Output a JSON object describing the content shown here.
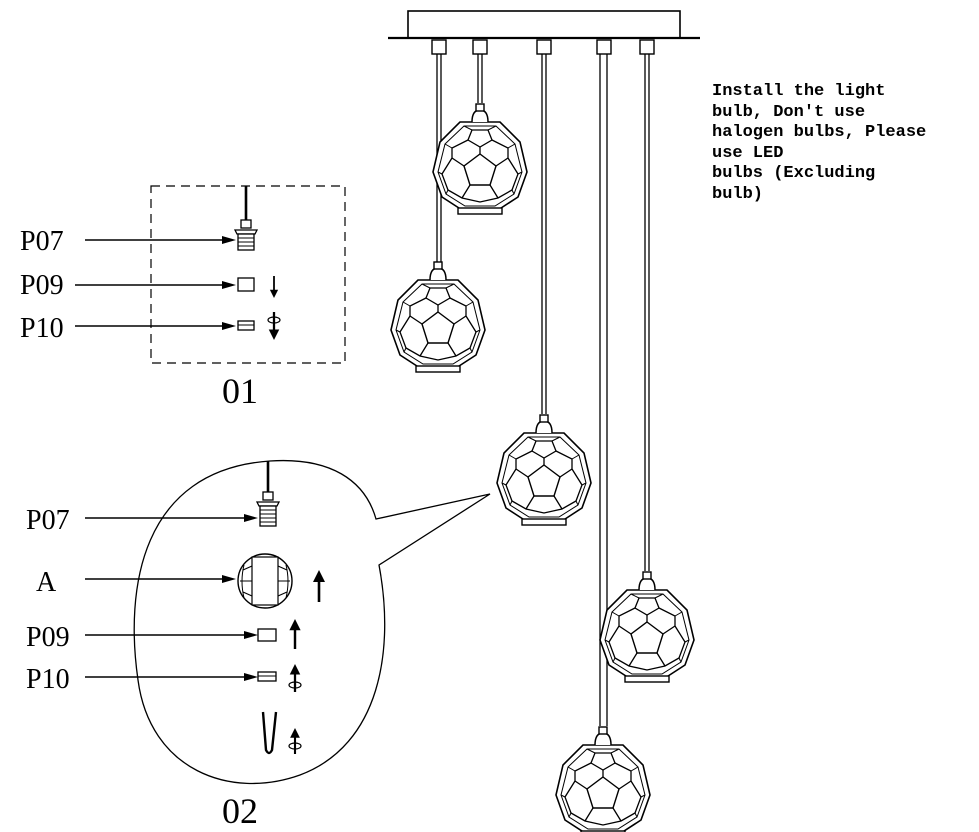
{
  "step1": {
    "label": "01",
    "parts": [
      "P07",
      "P09",
      "P10"
    ]
  },
  "step2": {
    "label": "02",
    "parts": [
      "P07",
      "A",
      "P09",
      "P10"
    ]
  },
  "note": {
    "lines": [
      "Install the light",
      "bulb, Don't use",
      "halogen bulbs, Please",
      "use LED",
      "bulbs (Excluding",
      "bulb)"
    ]
  },
  "icons": {
    "fixture": "ceiling-canopy-with-five-pendant-globes",
    "arrow_down": "arrow-down-icon",
    "arrow_up": "arrow-up-icon",
    "rotate": "rotate-arrow-icon",
    "bulb": "bulb-icon"
  }
}
